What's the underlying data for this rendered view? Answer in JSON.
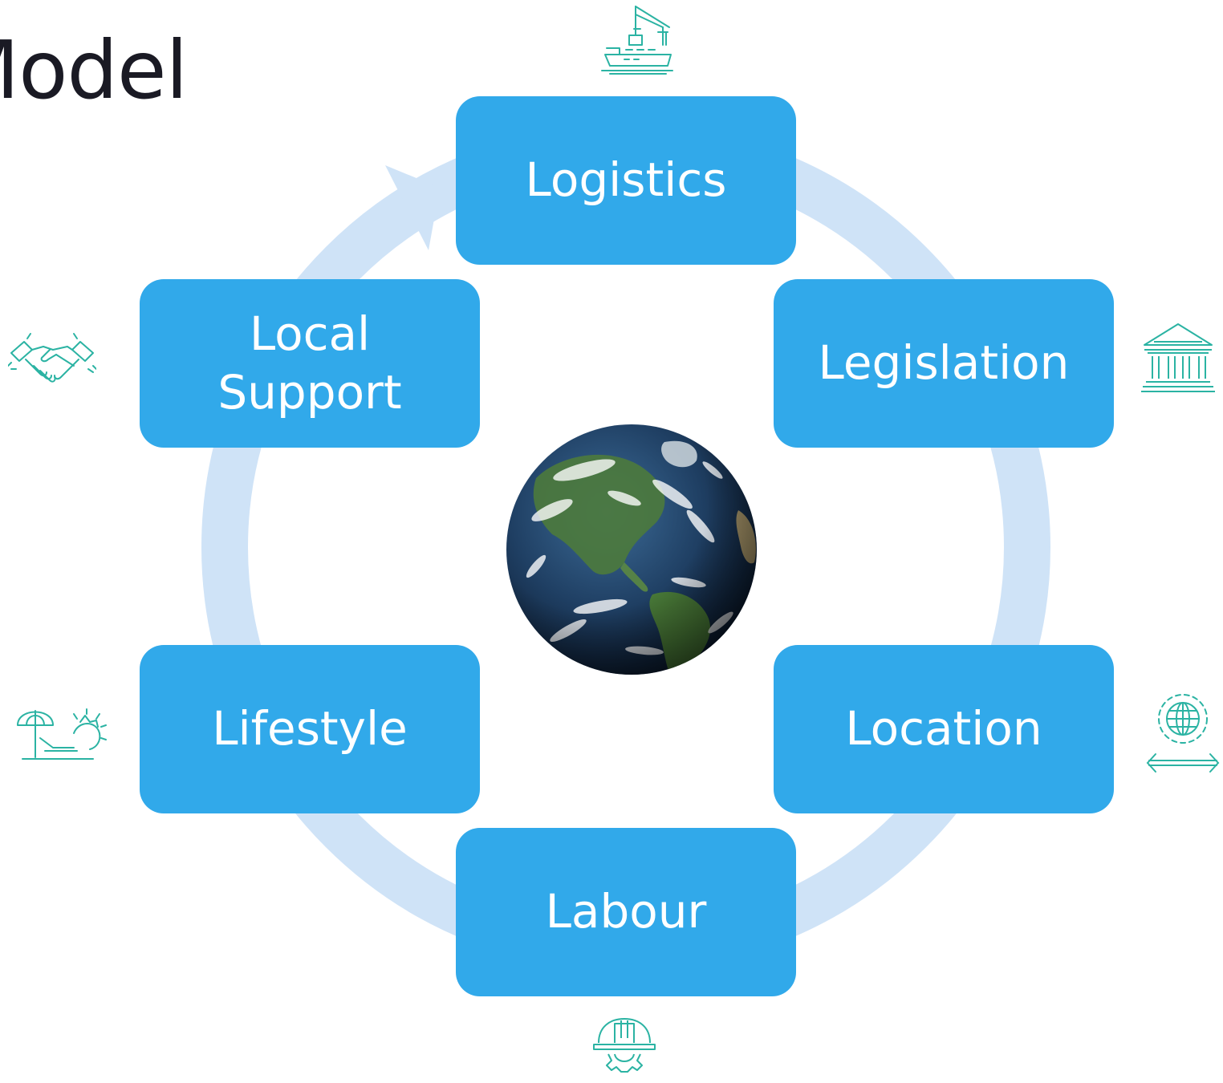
{
  "title": "Model",
  "colors": {
    "node_fill": "#31a9ea",
    "node_text": "#ffffff",
    "ring": "#cfe3f7",
    "icon_stroke": "#2bb3a3",
    "title_text": "#1a1a24"
  },
  "cycle": {
    "center_image": "earth-globe",
    "direction": "clockwise",
    "nodes": [
      {
        "label": "Logistics",
        "icon": "cargo-ship-crane-icon"
      },
      {
        "label": "Legislation",
        "icon": "government-building-icon"
      },
      {
        "label": "Location",
        "icon": "globe-arrows-icon"
      },
      {
        "label": "Labour",
        "icon": "hardhat-gear-icon"
      },
      {
        "label": "Lifestyle",
        "icon": "beach-umbrella-sun-icon"
      },
      {
        "label": "Local\nSupport",
        "icon": "handshake-icon"
      }
    ]
  }
}
